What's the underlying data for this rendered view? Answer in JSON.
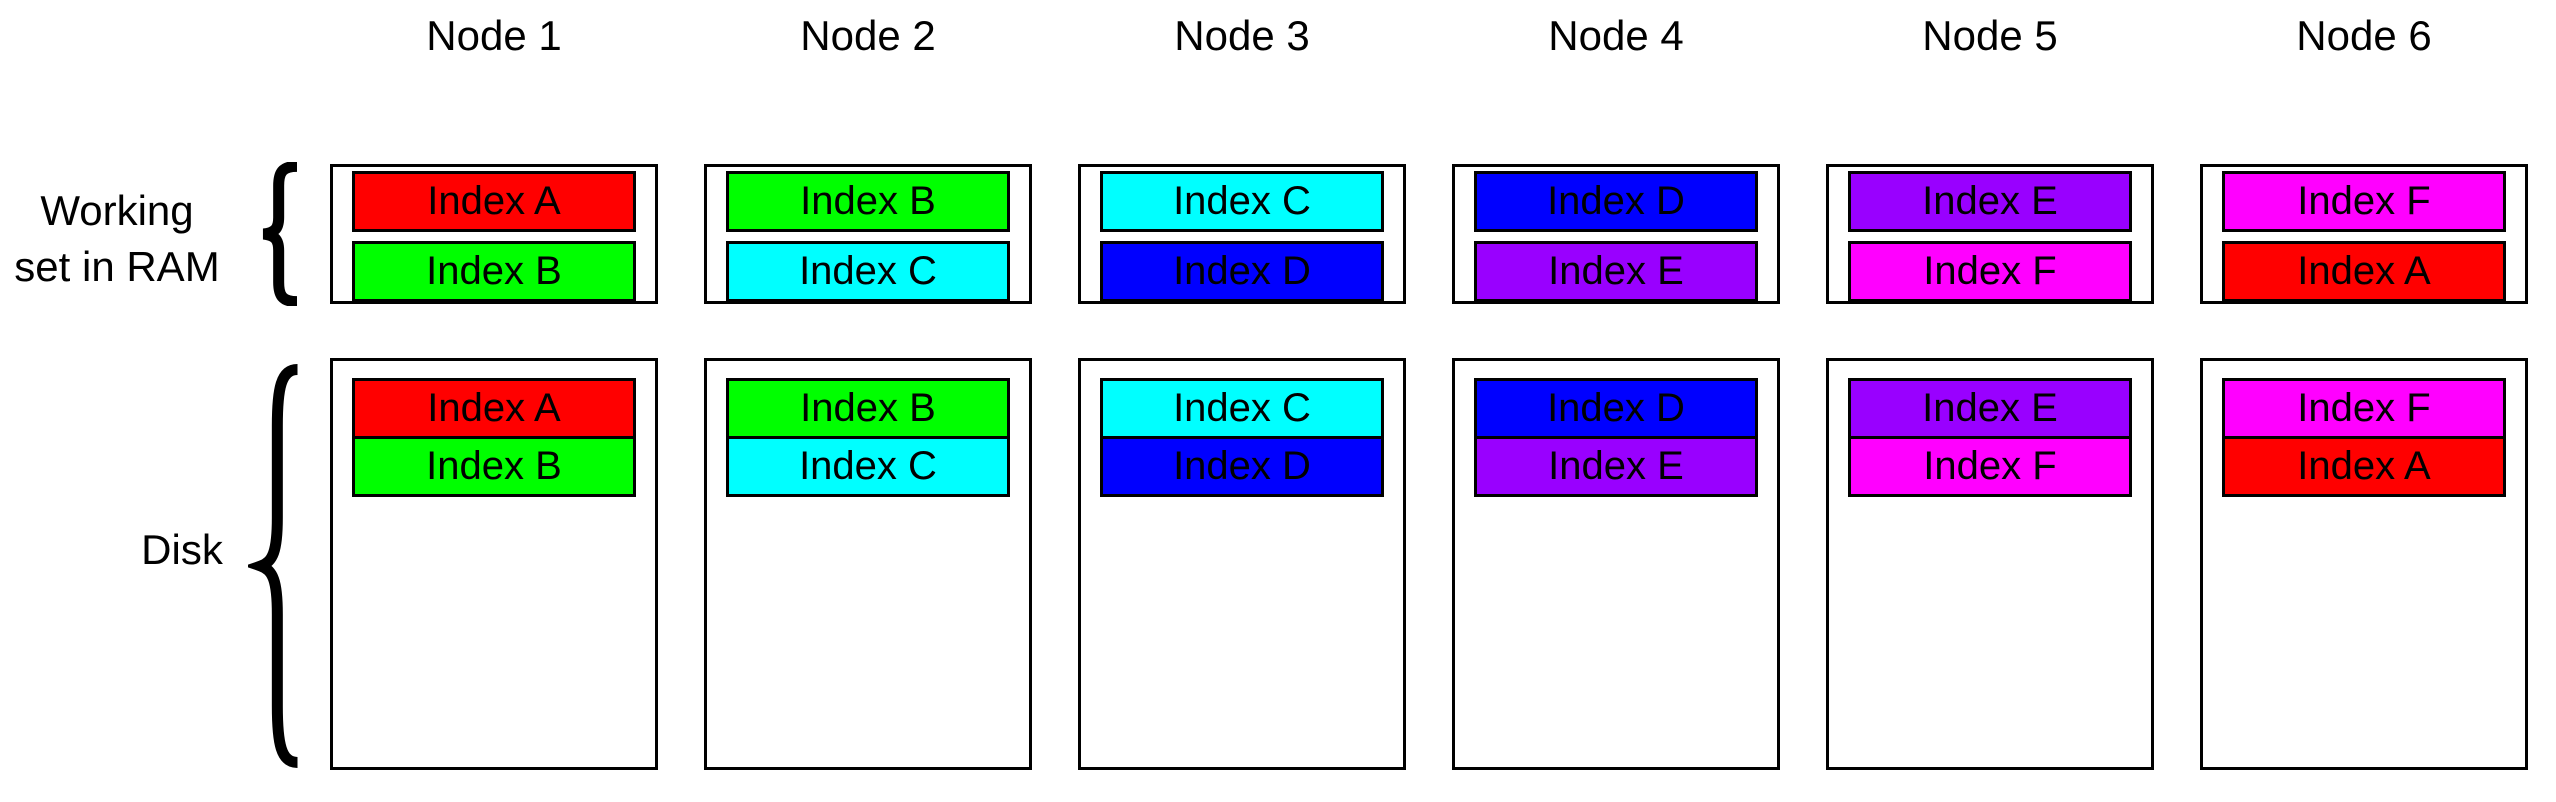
{
  "labels": {
    "working_set_line1": "Working",
    "working_set_line2": "set in RAM",
    "disk": "Disk"
  },
  "palette": {
    "index_a": "#ff0000",
    "index_b": "#00ff00",
    "index_c": "#00ffff",
    "index_d": "#0000ff",
    "index_e": "#9900ff",
    "index_f": "#ff00ff",
    "outline": "#000000",
    "background": "#ffffff"
  },
  "nodes": [
    {
      "label": "Node 1",
      "ram": [
        {
          "label": "Index A",
          "color": "#ff0000"
        },
        {
          "label": "Index B",
          "color": "#00ff00"
        }
      ],
      "disk": [
        {
          "label": "Index A",
          "color": "#ff0000"
        },
        {
          "label": "Index B",
          "color": "#00ff00"
        }
      ]
    },
    {
      "label": "Node 2",
      "ram": [
        {
          "label": "Index B",
          "color": "#00ff00"
        },
        {
          "label": "Index C",
          "color": "#00ffff"
        }
      ],
      "disk": [
        {
          "label": "Index B",
          "color": "#00ff00"
        },
        {
          "label": "Index C",
          "color": "#00ffff"
        }
      ]
    },
    {
      "label": "Node 3",
      "ram": [
        {
          "label": "Index C",
          "color": "#00ffff"
        },
        {
          "label": "Index D",
          "color": "#0000ff"
        }
      ],
      "disk": [
        {
          "label": "Index C",
          "color": "#00ffff"
        },
        {
          "label": "Index D",
          "color": "#0000ff"
        }
      ]
    },
    {
      "label": "Node 4",
      "ram": [
        {
          "label": "Index D",
          "color": "#0000ff"
        },
        {
          "label": "Index E",
          "color": "#9900ff"
        }
      ],
      "disk": [
        {
          "label": "Index D",
          "color": "#0000ff"
        },
        {
          "label": "Index E",
          "color": "#9900ff"
        }
      ]
    },
    {
      "label": "Node 5",
      "ram": [
        {
          "label": "Index E",
          "color": "#9900ff"
        },
        {
          "label": "Index F",
          "color": "#ff00ff"
        }
      ],
      "disk": [
        {
          "label": "Index E",
          "color": "#9900ff"
        },
        {
          "label": "Index F",
          "color": "#ff00ff"
        }
      ]
    },
    {
      "label": "Node 6",
      "ram": [
        {
          "label": "Index F",
          "color": "#ff00ff"
        },
        {
          "label": "Index A",
          "color": "#ff0000"
        }
      ],
      "disk": [
        {
          "label": "Index F",
          "color": "#ff00ff"
        },
        {
          "label": "Index A",
          "color": "#ff0000"
        }
      ]
    }
  ]
}
